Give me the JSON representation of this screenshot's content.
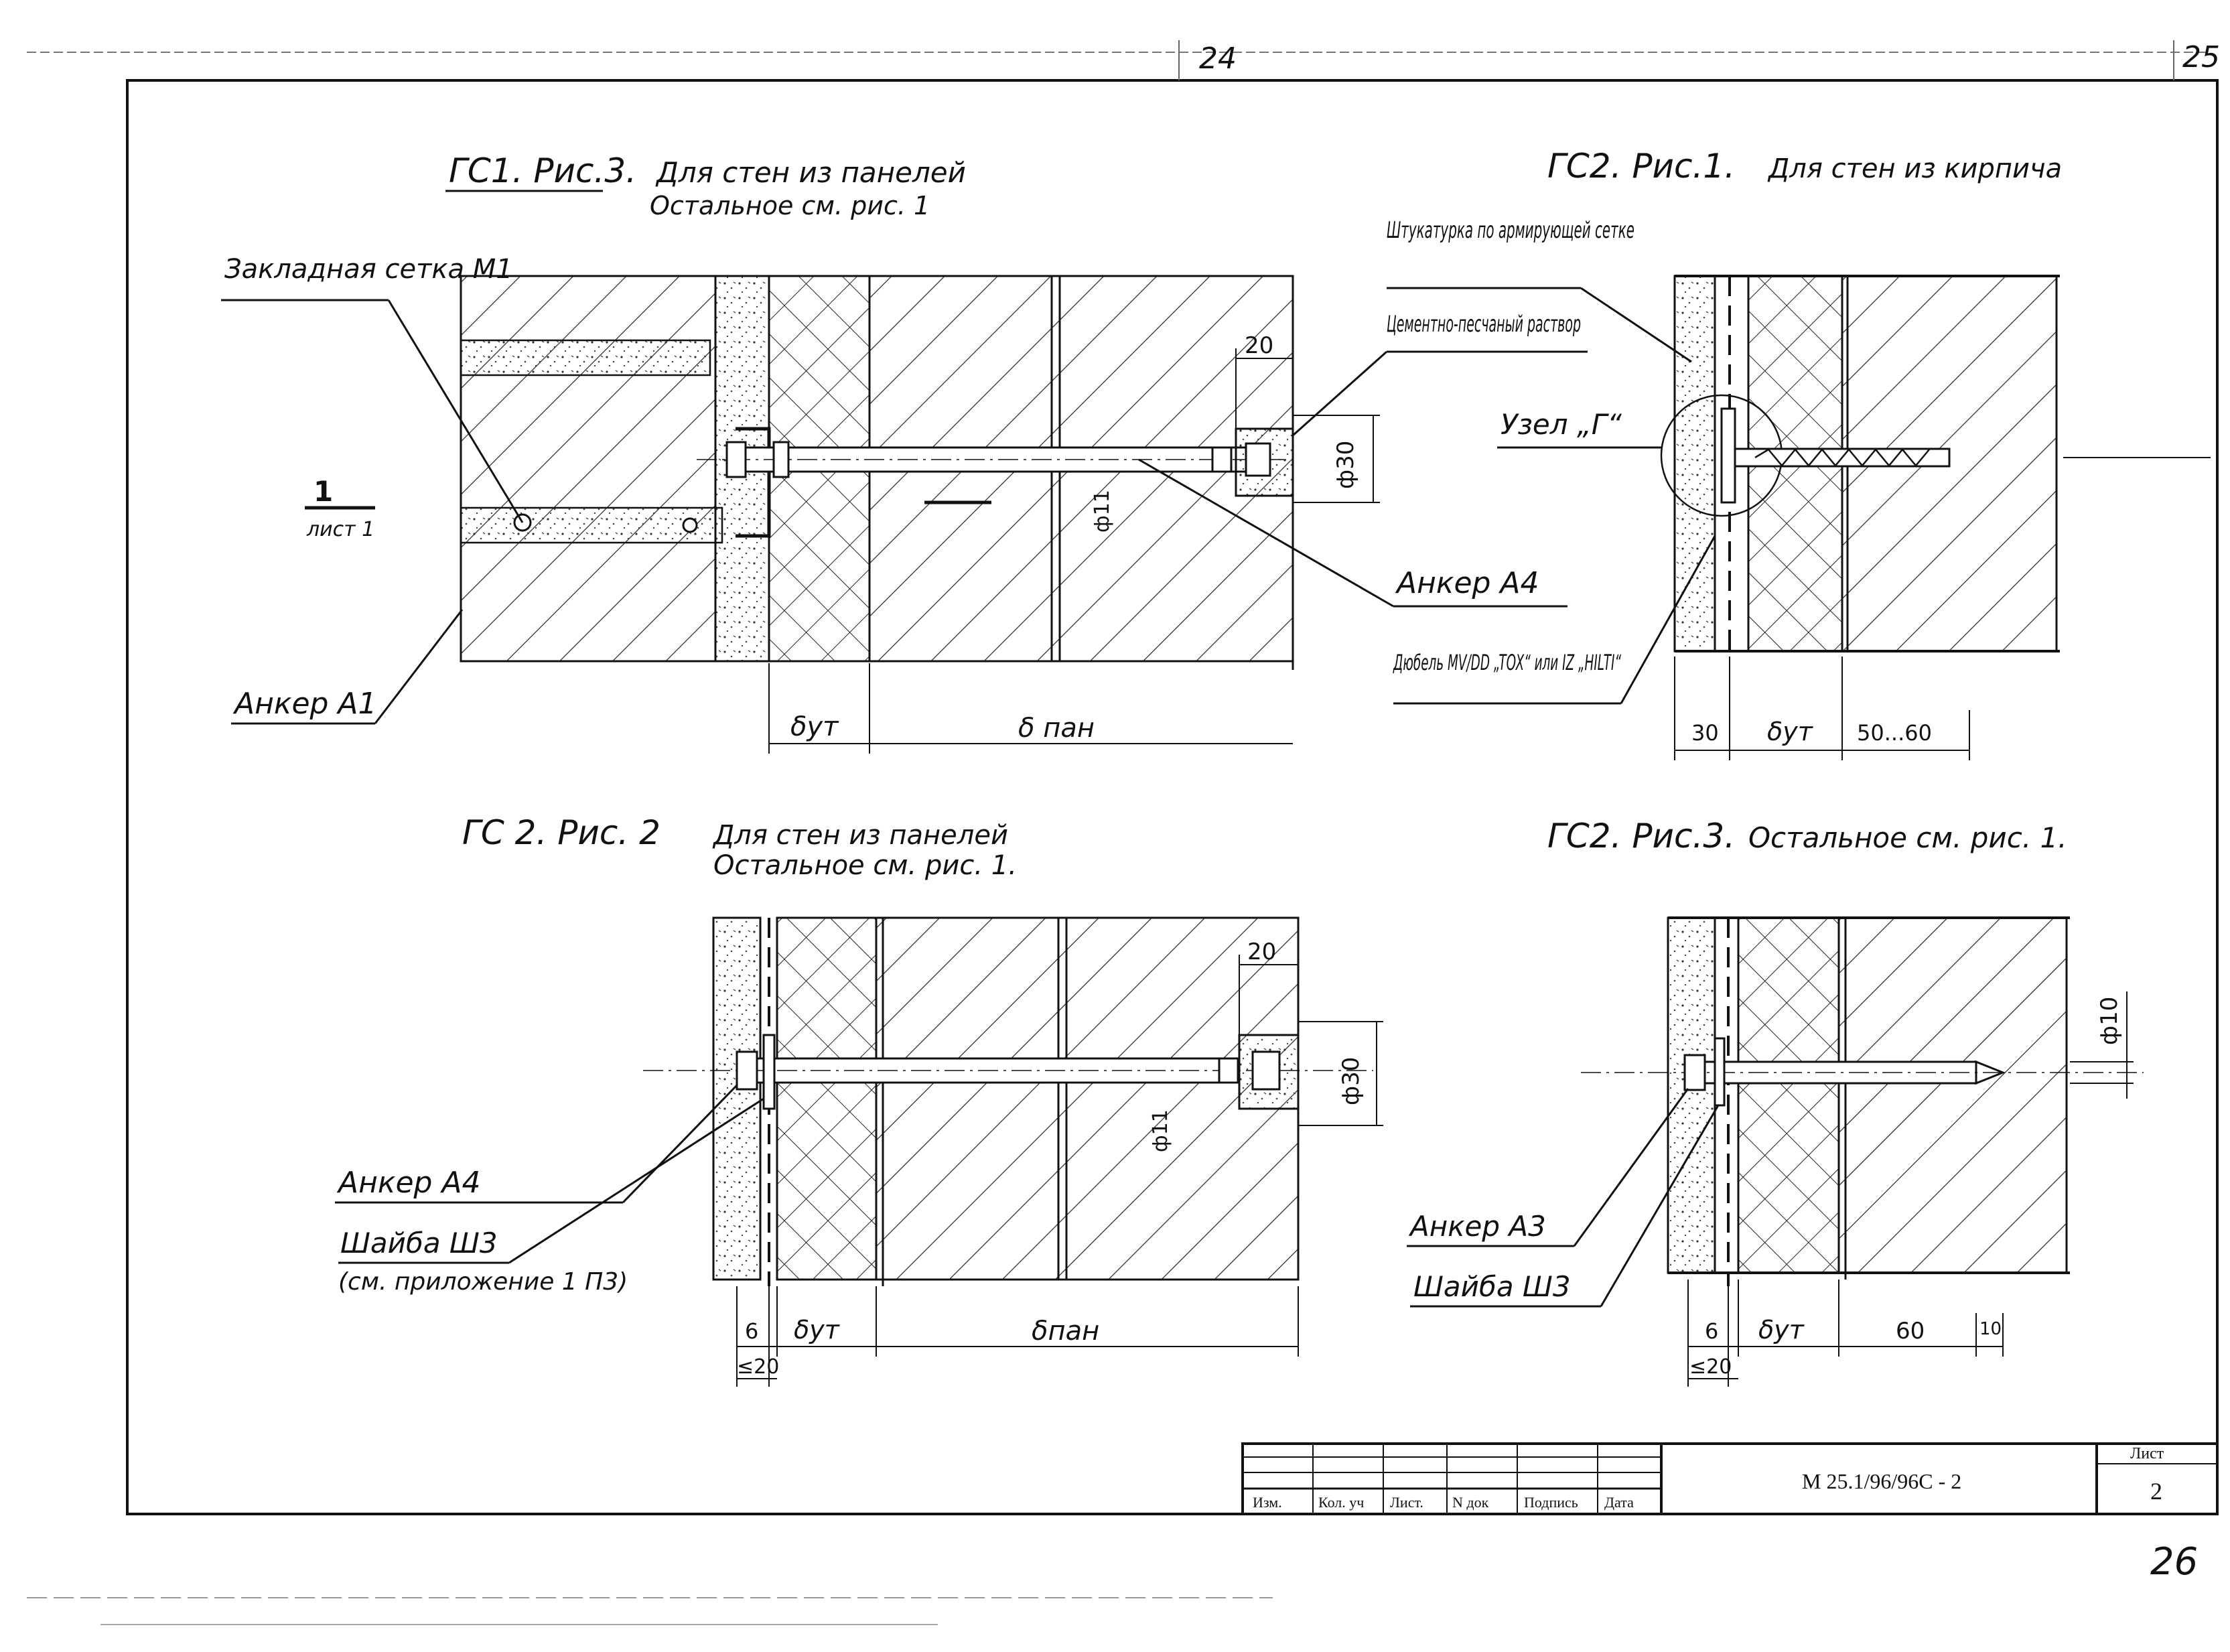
{
  "page_corner": {
    "prev_sheet": "24",
    "next_sheet": "25",
    "hand_number": "26"
  },
  "fig_gs1_r3": {
    "title": "ГС1. Рис.3.",
    "subtitle": "Для стен из панелей",
    "note": "Остальное см. рис. 1",
    "label_mesh": "Закладная сетка М1",
    "label_anchor_a1": "Анкер А1",
    "label_anchor_a4": "Анкер А4",
    "section_mark": "1",
    "section_ref": "лист 1",
    "dim_20": "20",
    "dim_d30": "ф30",
    "dim_d11": "ф11",
    "dim_but": "δут",
    "dim_pan": "δ пан"
  },
  "fig_gs2_r1": {
    "title": "ГС2. Рис.1.",
    "subtitle": "Для стен из кирпича",
    "label_plaster": "Штукатурка по армирующей сетке",
    "label_mortar": "Цементно-песчаный раствор",
    "label_node": "Узел „Г“",
    "label_dowel": "Дюбель MV/DD „TOX“ или IZ „HILTI“",
    "dim_30": "30",
    "dim_but": "δут",
    "dim_5060": "50...60"
  },
  "fig_gs2_r2": {
    "title": "ГС 2. Рис. 2",
    "subtitle": "Для стен из панелей",
    "note": "Остальное см. рис. 1.",
    "label_anchor_a4": "Анкер А4",
    "label_washer": "Шайба Ш3",
    "label_appendix": "(см. приложение 1 П3)",
    "dim_20": "20",
    "dim_d30": "ф30",
    "dim_d11": "ф11",
    "dim_6": "6",
    "dim_le20": "≤20",
    "dim_but": "δут",
    "dim_pan": "δпан"
  },
  "fig_gs2_r3": {
    "title": "ГС2. Рис.3.",
    "note": "Остальное см. рис. 1.",
    "label_anchor_a3": "Анкер А3",
    "label_washer": "Шайба Ш3",
    "dim_d10": "ф10",
    "dim_6": "6",
    "dim_le20": "≤20",
    "dim_but": "δут",
    "dim_60": "60",
    "dim_10": "10"
  },
  "title_block": {
    "columns": [
      "Изм.",
      "Кол. уч",
      "Лист.",
      "N док",
      "Подпись",
      "Дата"
    ],
    "doc_code": "М 25.1/96/96С - 2",
    "sheet_label": "Лист",
    "sheet_number": "2"
  }
}
